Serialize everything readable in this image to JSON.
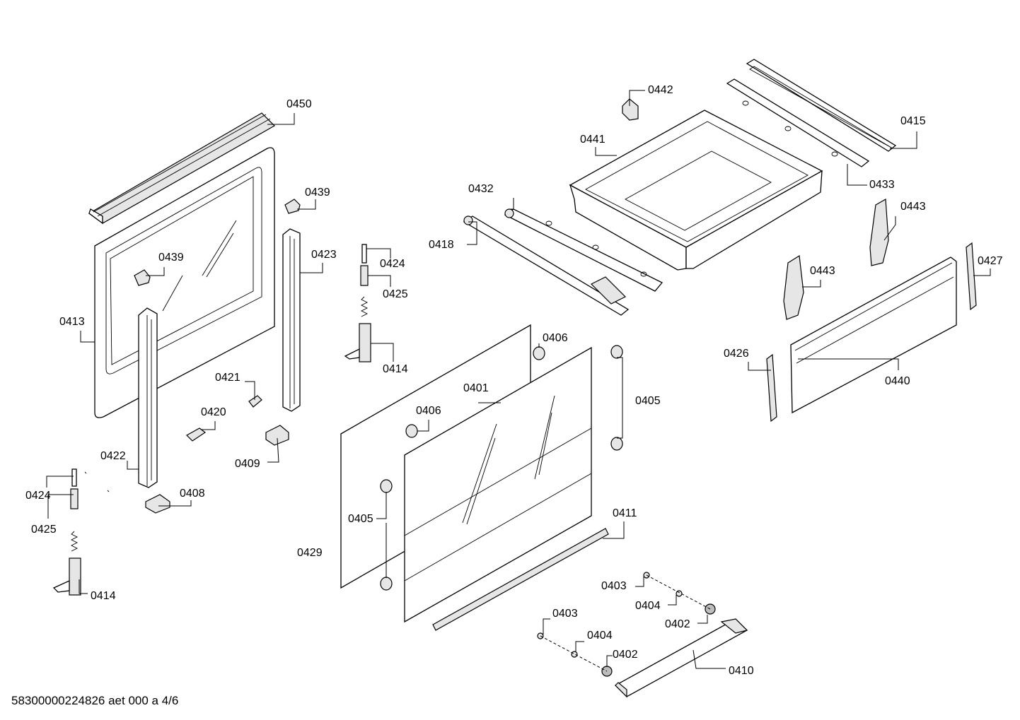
{
  "document": {
    "footer_id": "58300000224826 aet 000 a 4/6"
  },
  "parts": [
    {
      "id": "p0450",
      "label": "0450"
    },
    {
      "id": "p0439a",
      "label": "0439"
    },
    {
      "id": "p0439b",
      "label": "0439"
    },
    {
      "id": "p0423",
      "label": "0423"
    },
    {
      "id": "p0413",
      "label": "0413"
    },
    {
      "id": "p0424a",
      "label": "0424"
    },
    {
      "id": "p0425a",
      "label": "0425"
    },
    {
      "id": "p0414a",
      "label": "0414"
    },
    {
      "id": "p0421",
      "label": "0421"
    },
    {
      "id": "p0420",
      "label": "0420"
    },
    {
      "id": "p0422",
      "label": "0422"
    },
    {
      "id": "p0409",
      "label": "0409"
    },
    {
      "id": "p0408",
      "label": "0408"
    },
    {
      "id": "p0424b",
      "label": "0424"
    },
    {
      "id": "p0425b",
      "label": "0425"
    },
    {
      "id": "p0414b",
      "label": "0414"
    },
    {
      "id": "p0442",
      "label": "0442"
    },
    {
      "id": "p0441",
      "label": "0441"
    },
    {
      "id": "p0415",
      "label": "0415"
    },
    {
      "id": "p0433",
      "label": "0433"
    },
    {
      "id": "p0432",
      "label": "0432"
    },
    {
      "id": "p0418",
      "label": "0418"
    },
    {
      "id": "p0443a",
      "label": "0443"
    },
    {
      "id": "p0443b",
      "label": "0443"
    },
    {
      "id": "p0427",
      "label": "0427"
    },
    {
      "id": "p0406a",
      "label": "0406"
    },
    {
      "id": "p0401",
      "label": "0401"
    },
    {
      "id": "p0406b",
      "label": "0406"
    },
    {
      "id": "p0405a",
      "label": "0405"
    },
    {
      "id": "p0405b",
      "label": "0405"
    },
    {
      "id": "p0426",
      "label": "0426"
    },
    {
      "id": "p0440",
      "label": "0440"
    },
    {
      "id": "p0411",
      "label": "0411"
    },
    {
      "id": "p0429",
      "label": "0429"
    },
    {
      "id": "p0403a",
      "label": "0403"
    },
    {
      "id": "p0404a",
      "label": "0404"
    },
    {
      "id": "p0402a",
      "label": "0402"
    },
    {
      "id": "p0403b",
      "label": "0403"
    },
    {
      "id": "p0404b",
      "label": "0404"
    },
    {
      "id": "p0402b",
      "label": "0402"
    },
    {
      "id": "p0410",
      "label": "0410"
    }
  ]
}
